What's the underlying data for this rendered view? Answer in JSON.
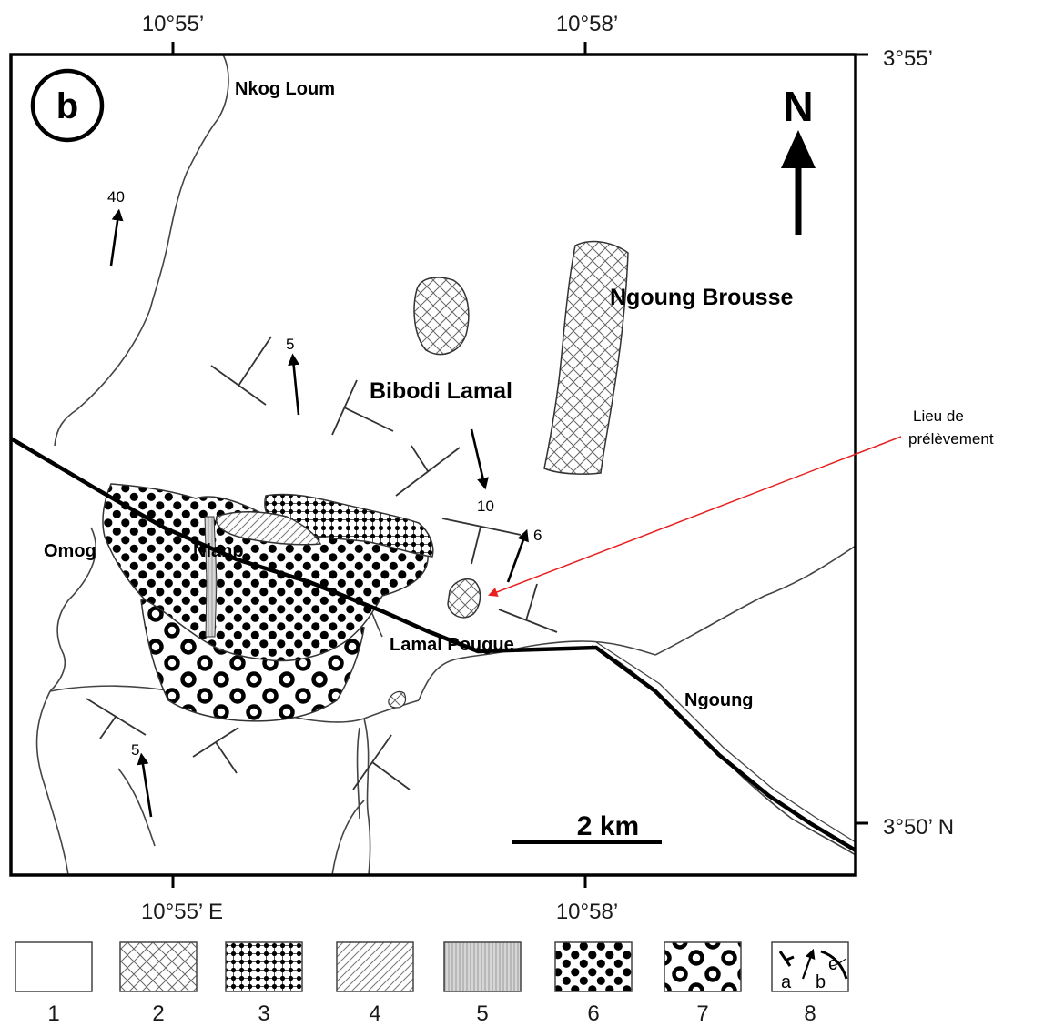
{
  "panel_label": "b",
  "north_label": "N",
  "coordinates": {
    "top_left_lon": "10°55’",
    "top_right_lon": "10°58’",
    "bottom_left_lon": "10°55’ E",
    "bottom_right_lon": "10°58’",
    "right_top_lat": "3°55’",
    "right_bottom_lat": "3°50’ N"
  },
  "places": {
    "nkog_loum": "Nkog Loum",
    "ngoung_brousse": "Ngoung Brousse",
    "bibodi_lamal": "Bibodi Lamal",
    "omog": "Omog",
    "nlanp": "Nlanp",
    "lamal_pougue": "Lamal Pougue",
    "ngoung": "Ngoung"
  },
  "dips": {
    "d40": "40",
    "d5_top": "5",
    "d10": "10",
    "d6": "6",
    "d5_bottom": "5"
  },
  "annotation": {
    "line1": "Lieu de",
    "line2": "prélèvement",
    "color": "#e8201f"
  },
  "scale_bar": "2 km",
  "legend": {
    "items": [
      "1",
      "2",
      "3",
      "4",
      "5",
      "6",
      "7",
      "8"
    ],
    "sub_a": "a",
    "sub_b": "b",
    "sub_c": "c"
  }
}
